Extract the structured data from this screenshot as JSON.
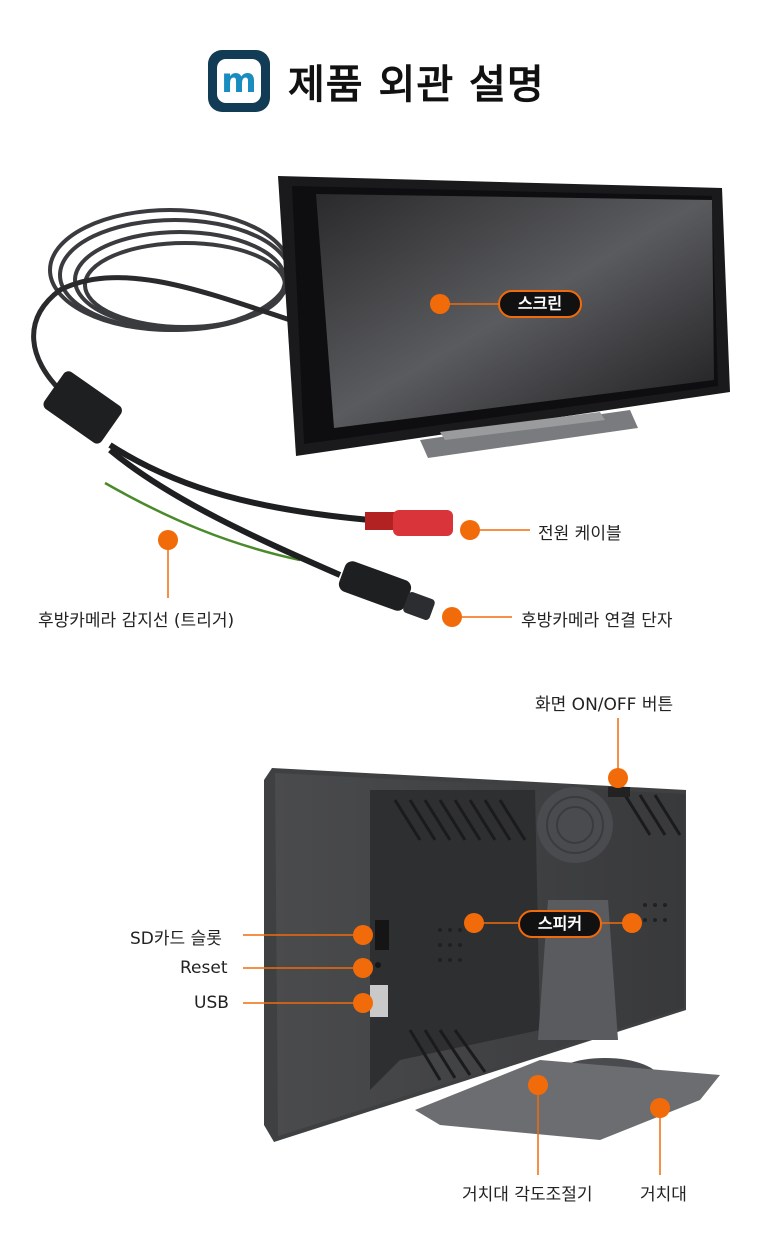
{
  "header": {
    "logo_letter": "m",
    "title": "제품 외관 설명"
  },
  "colors": {
    "brand_navy": "#123b55",
    "brand_blue": "#1a8cc0",
    "accent_orange": "#f26b0a"
  },
  "front": {
    "screen_label": "스크린",
    "power_cable_label": "전원 케이블",
    "rear_cam_sensor_label": "후방카메라 감지선 (트리거)",
    "rear_cam_connector_label": "후방카메라 연결 단자"
  },
  "back": {
    "power_button_label": "화면 ON/OFF 버튼",
    "speaker_label": "스피커",
    "sd_slot_label": "SD카드 슬롯",
    "reset_label": "Reset",
    "usb_label": "USB",
    "mount_angle_label": "거치대 각도조절기",
    "mount_label": "거치대"
  }
}
